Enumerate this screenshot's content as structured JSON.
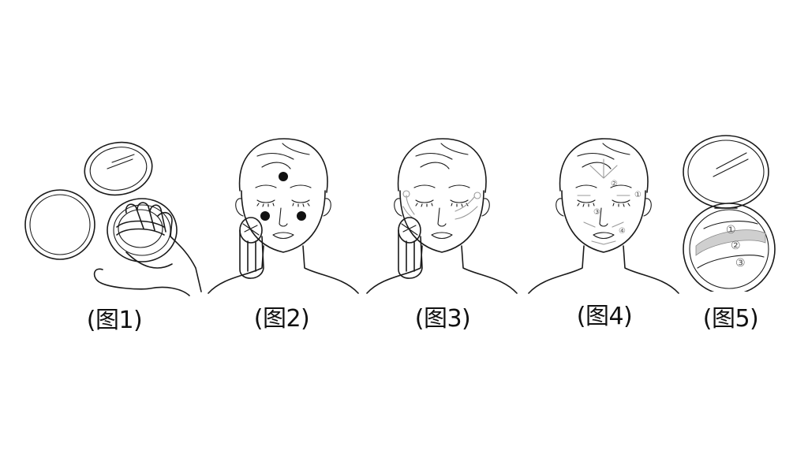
{
  "panels": [
    {
      "caption": "(图1)"
    },
    {
      "caption": "(图2)"
    },
    {
      "caption": "(图3)"
    },
    {
      "caption": "(图4)"
    },
    {
      "caption": "(图5)"
    }
  ],
  "figure4_markers": [
    "①",
    "②",
    "③",
    "④"
  ],
  "figure5_zones": [
    "①",
    "②",
    "③"
  ],
  "colors": {
    "ink": "#1a1a1a",
    "background": "#ffffff",
    "zone_fill": "#cfcfcf",
    "marker_gray": "#555555"
  }
}
